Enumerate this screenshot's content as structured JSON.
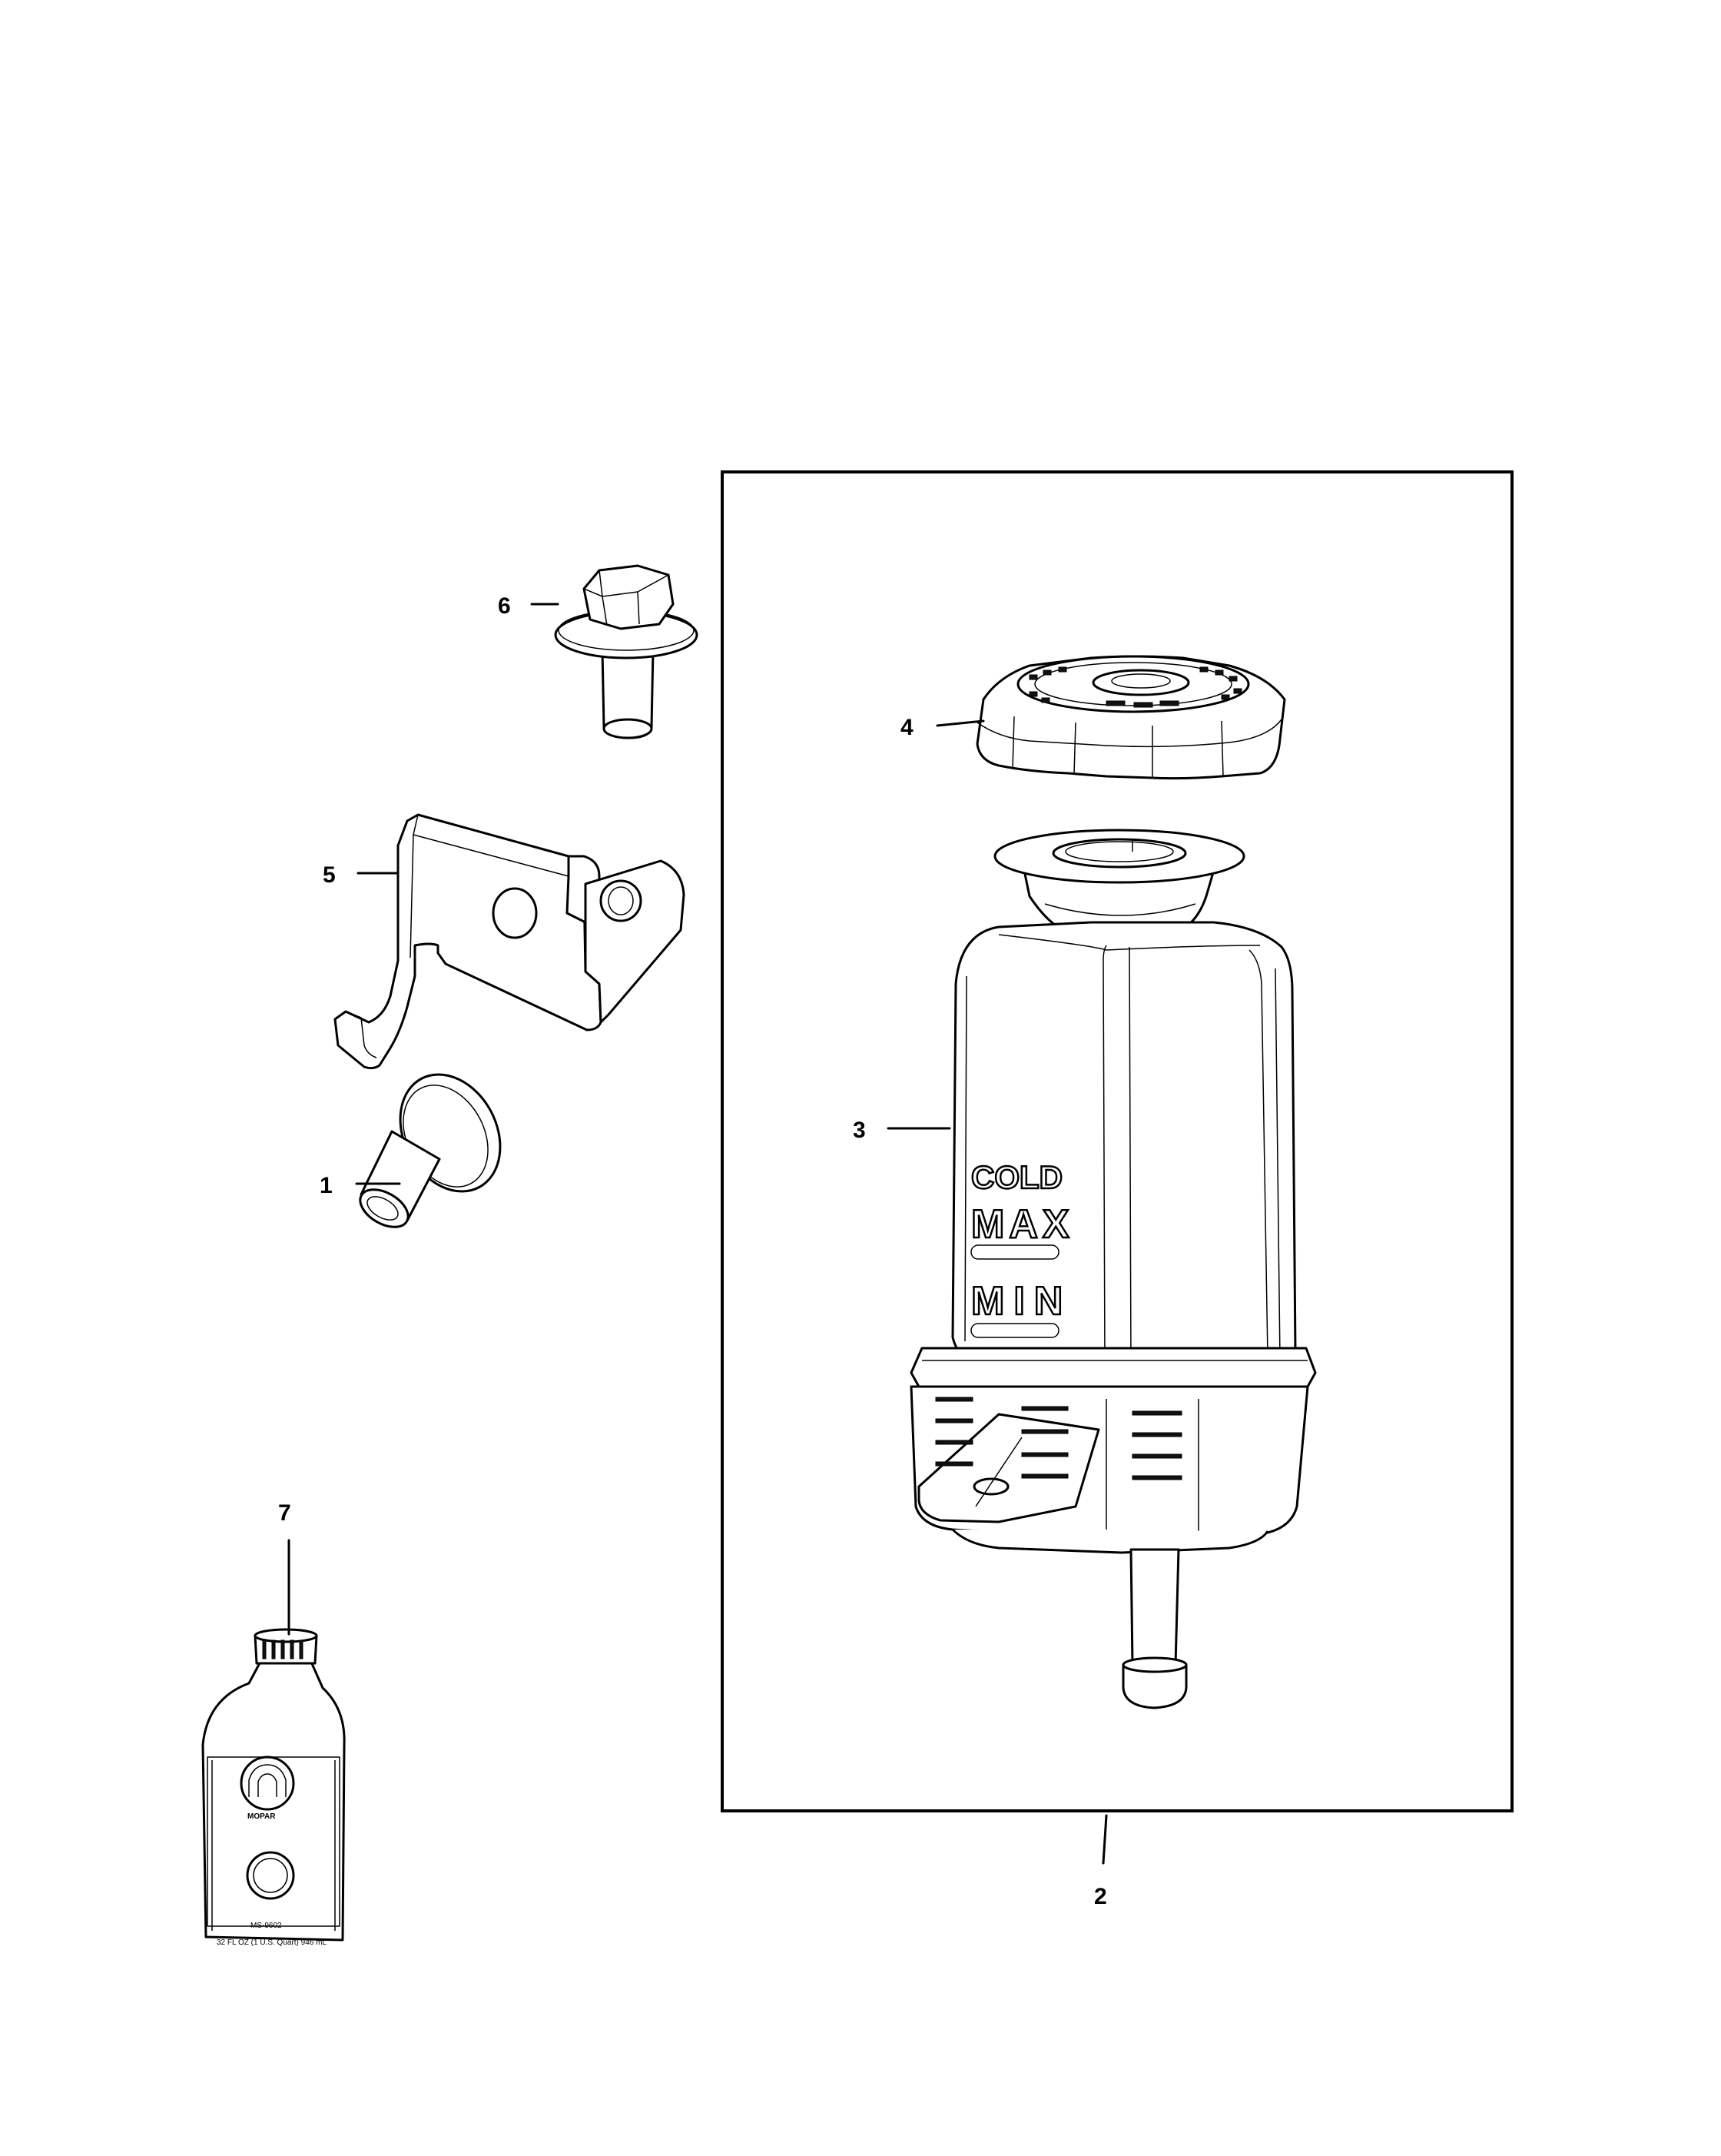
{
  "callouts": {
    "c1": "1",
    "c2": "2",
    "c3": "3",
    "c4": "4",
    "c5": "5",
    "c6": "6",
    "c7": "7"
  },
  "reservoir_markings": {
    "cold": "COLD",
    "max": "MAX",
    "min": "MIN"
  },
  "bottle_label": {
    "brand": "MOPAR",
    "spec": "MS-9602",
    "volume": "32 FL OZ (1 U.S. Quart) 946 mL"
  },
  "colors": {
    "line": "#000000",
    "background": "#ffffff"
  }
}
